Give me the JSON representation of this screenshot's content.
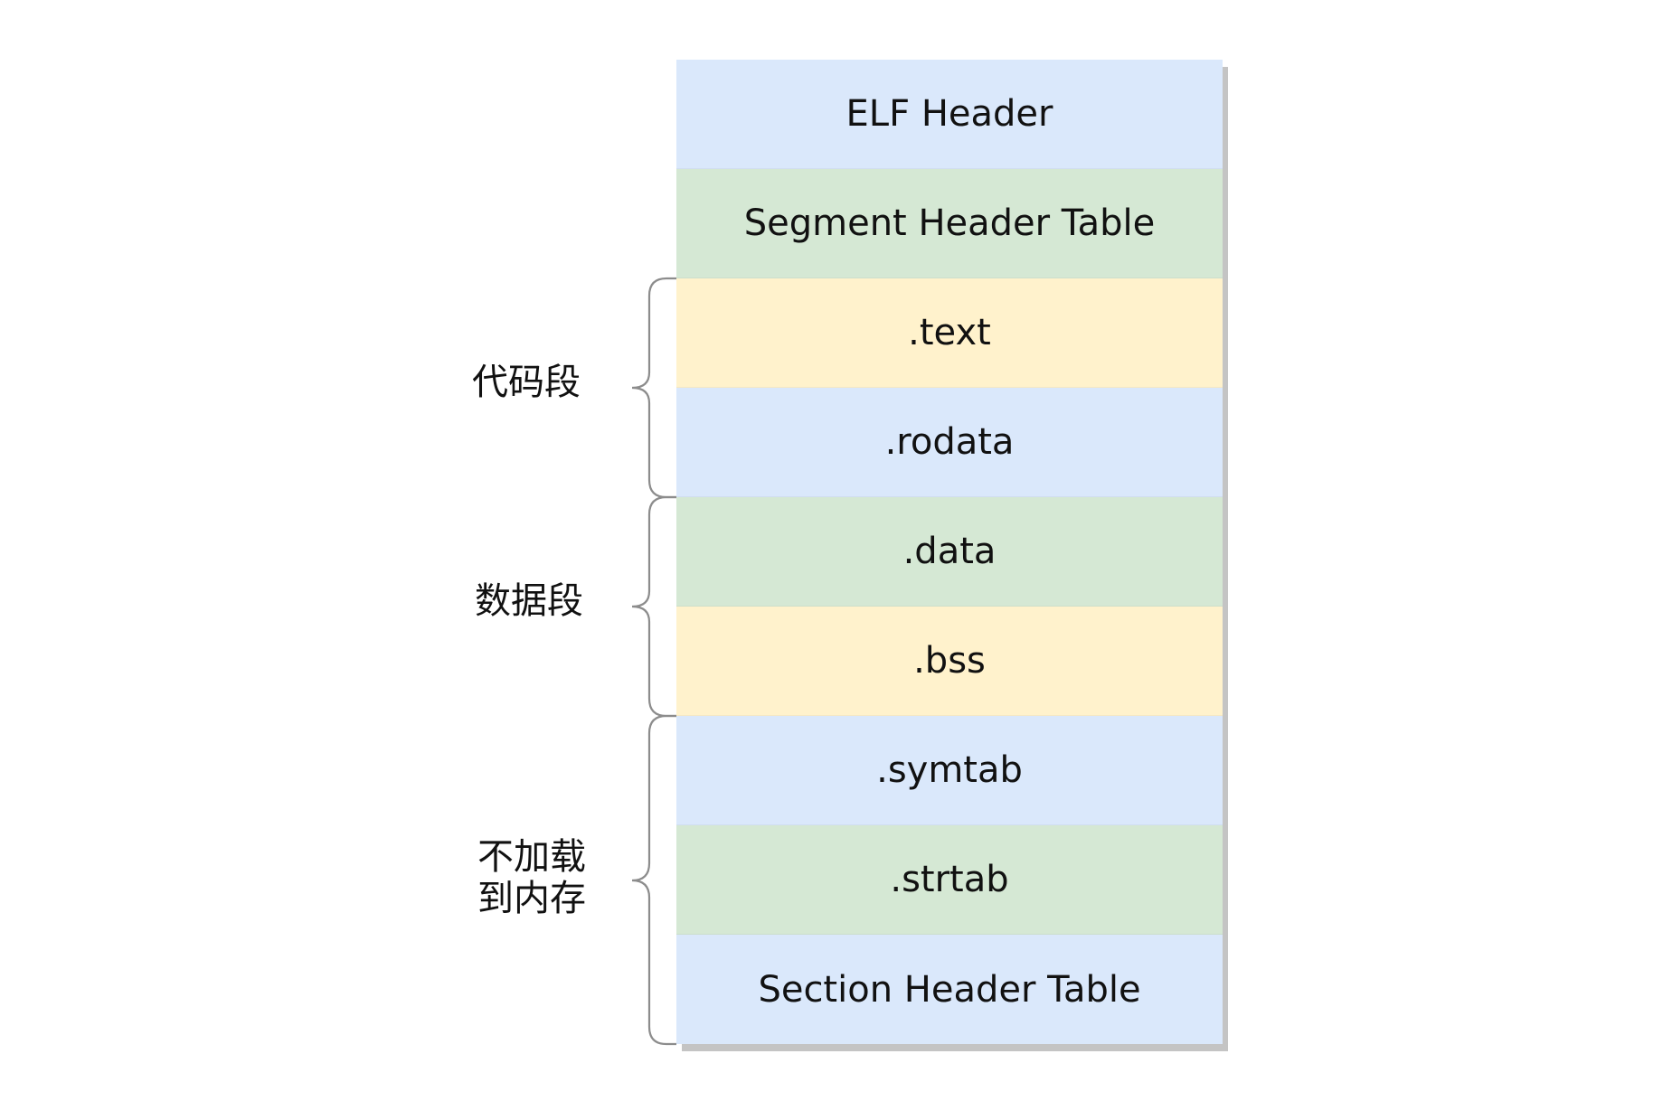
{
  "sections": [
    {
      "label": "ELF Header",
      "color": "#dae8fb"
    },
    {
      "label": "Segment Header Table",
      "color": "#d5e8d4"
    },
    {
      "label": ".text",
      "color": "#fff2cc"
    },
    {
      "label": ".rodata",
      "color": "#dae8fb"
    },
    {
      "label": ".data",
      "color": "#d5e8d4"
    },
    {
      "label": ".bss",
      "color": "#fff2cc"
    },
    {
      "label": ".symtab",
      "color": "#dae8fb"
    },
    {
      "label": ".strtab",
      "color": "#d5e8d4"
    },
    {
      "label": "Section Header Table",
      "color": "#dae8fb"
    }
  ],
  "groups": [
    {
      "label": "代码段",
      "sections": [
        ".text",
        ".rodata"
      ]
    },
    {
      "label": "数据段",
      "sections": [
        ".data",
        ".bss"
      ]
    },
    {
      "label": "不加载\n到内存",
      "sections": [
        ".symtab",
        ".strtab",
        "Section Header Table"
      ]
    }
  ],
  "colors": {
    "blue": "#dae8fb",
    "green": "#d5e8d4",
    "yellow": "#fff2cc",
    "brace": "#8c8c8c"
  }
}
